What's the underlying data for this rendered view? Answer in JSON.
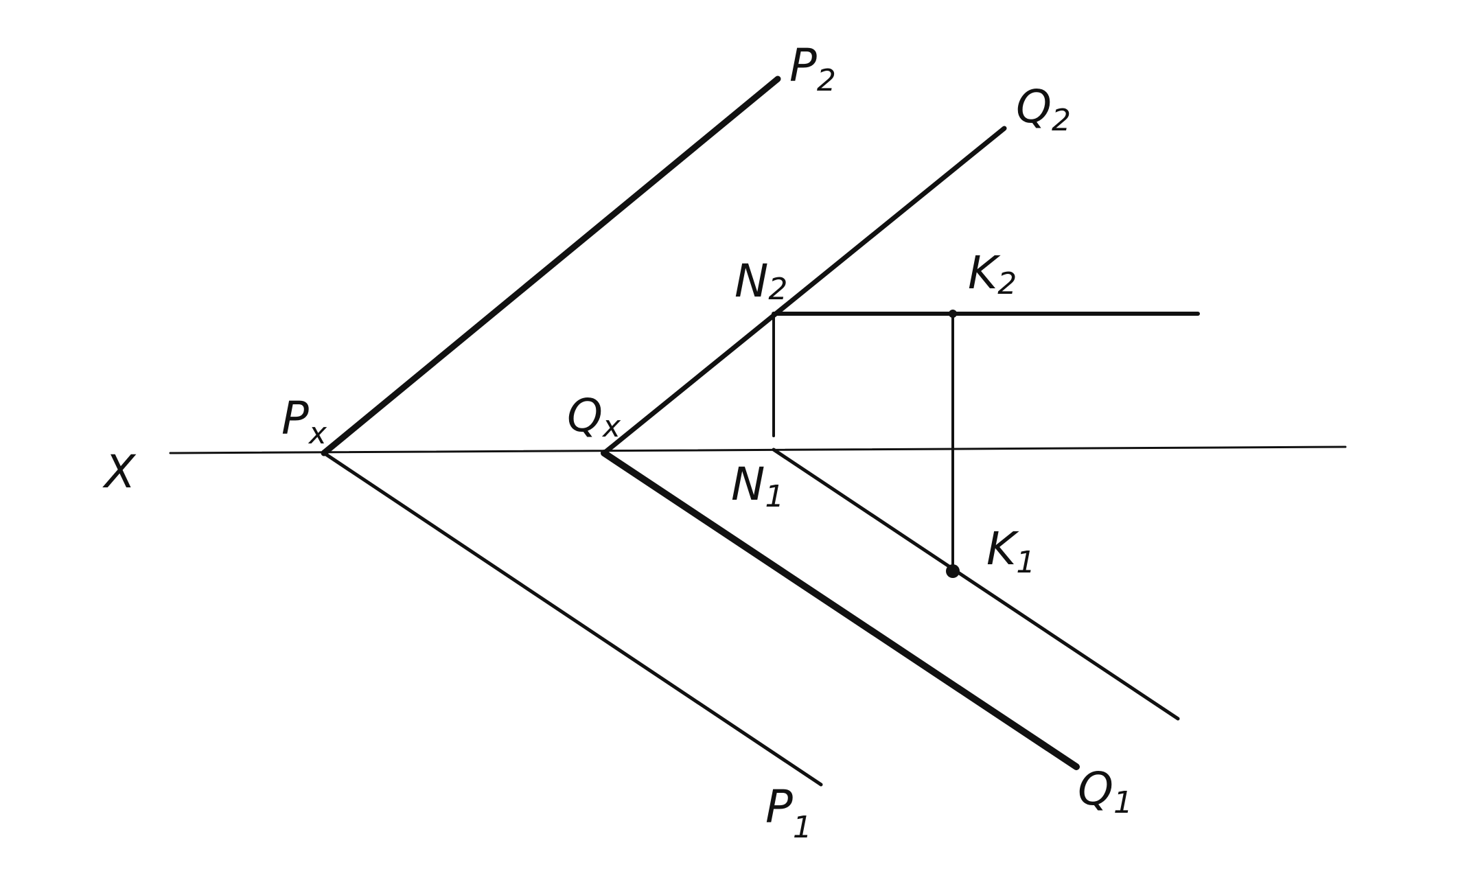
{
  "diagram": {
    "colors": {
      "ink": "#111111",
      "background": "#ffffff"
    },
    "labels": {
      "axis_x": "X",
      "p2": {
        "main": "P",
        "sub": "2"
      },
      "q2": {
        "main": "Q",
        "sub": "2"
      },
      "n2": {
        "main": "N",
        "sub": "2"
      },
      "k2": {
        "main": "K",
        "sub": "2"
      },
      "px": {
        "main": "P",
        "sub": "x"
      },
      "qx": {
        "main": "Q",
        "sub": "x"
      },
      "n1": {
        "main": "N",
        "sub": "1"
      },
      "k1": {
        "main": "K",
        "sub": "1"
      },
      "p1": {
        "main": "P",
        "sub": "1"
      },
      "q1": {
        "main": "Q",
        "sub": "1"
      }
    }
  }
}
